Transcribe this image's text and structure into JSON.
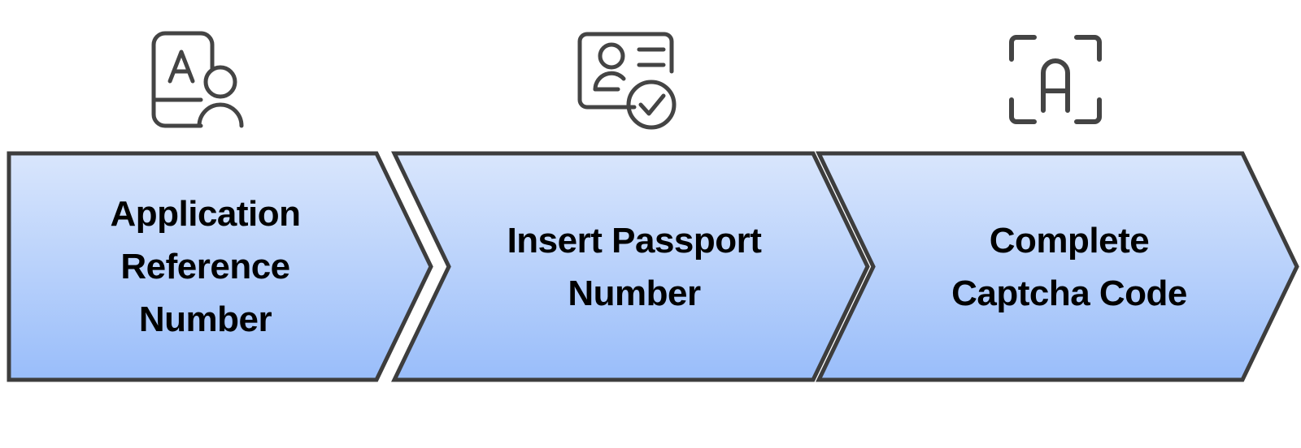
{
  "diagram": {
    "title": "Passport application status check process flow",
    "type": "chevron-process-flow",
    "orientation": "horizontal",
    "background_color": "#ffffff",
    "step_count": 3,
    "style": {
      "chevron_fill_top": "#d9e6fc",
      "chevron_fill_bottom": "#99bdfa",
      "chevron_border_color": "#3d3d3d",
      "chevron_border_width": 3,
      "label_color": "#000000",
      "icon_stroke_color": "#444444",
      "icon_stroke_width": 5
    },
    "steps": [
      {
        "index": 1,
        "label": "Application\nReference\nNumber",
        "label_lines": [
          "Application",
          "Reference",
          "Number"
        ],
        "icon_name": "document-person-icon",
        "icon_description": "Document card with letter A and person silhouette"
      },
      {
        "index": 2,
        "label": "Insert Passport\nNumber",
        "label_lines": [
          "Insert Passport",
          "Number"
        ],
        "icon_name": "id-card-verified-icon",
        "icon_description": "ID card with person, text lines and a check badge"
      },
      {
        "index": 3,
        "label": "Complete\nCaptcha Code",
        "label_lines": [
          "Complete",
          "Captcha Code"
        ],
        "icon_name": "captcha-scan-icon",
        "icon_description": "Scan frame corner brackets with letter A inside"
      }
    ]
  }
}
